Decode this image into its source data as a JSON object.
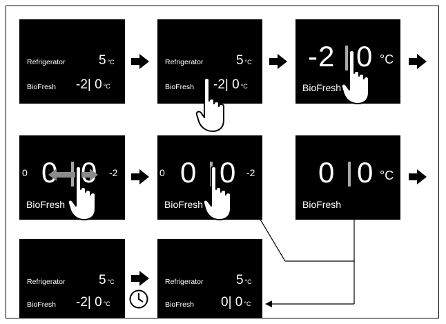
{
  "labels": {
    "refrigerator": "Refrigerator",
    "biofresh": "BioFresh",
    "unit": "°C"
  },
  "p1": {
    "fridge_val": "5",
    "bio_left": "-2",
    "bio_right": "0"
  },
  "p2": {
    "fridge_val": "5",
    "bio_left": "-2",
    "bio_right": "0"
  },
  "p3": {
    "left": "-2",
    "right": "0"
  },
  "p4": {
    "side_left": "0",
    "left": "0",
    "right": "0",
    "side_right": "-2"
  },
  "p5": {
    "side_left": "0",
    "left": "0",
    "right": "0",
    "side_right": "-2"
  },
  "p6": {
    "left": "0",
    "right": "0"
  },
  "p7": {
    "fridge_val": "5",
    "bio_left": "-2",
    "bio_right": "0"
  },
  "p8": {
    "fridge_val": "5",
    "bio_left": "0",
    "bio_right": "0"
  },
  "colors": {
    "panel": "#000000",
    "divider": "#a8a8a8",
    "arrow": "#000000",
    "double_arrow": "#8a8a8a"
  },
  "icons": [
    "right-arrow-icon",
    "hand-pointer-icon",
    "double-arrow-icon",
    "clock-icon"
  ]
}
